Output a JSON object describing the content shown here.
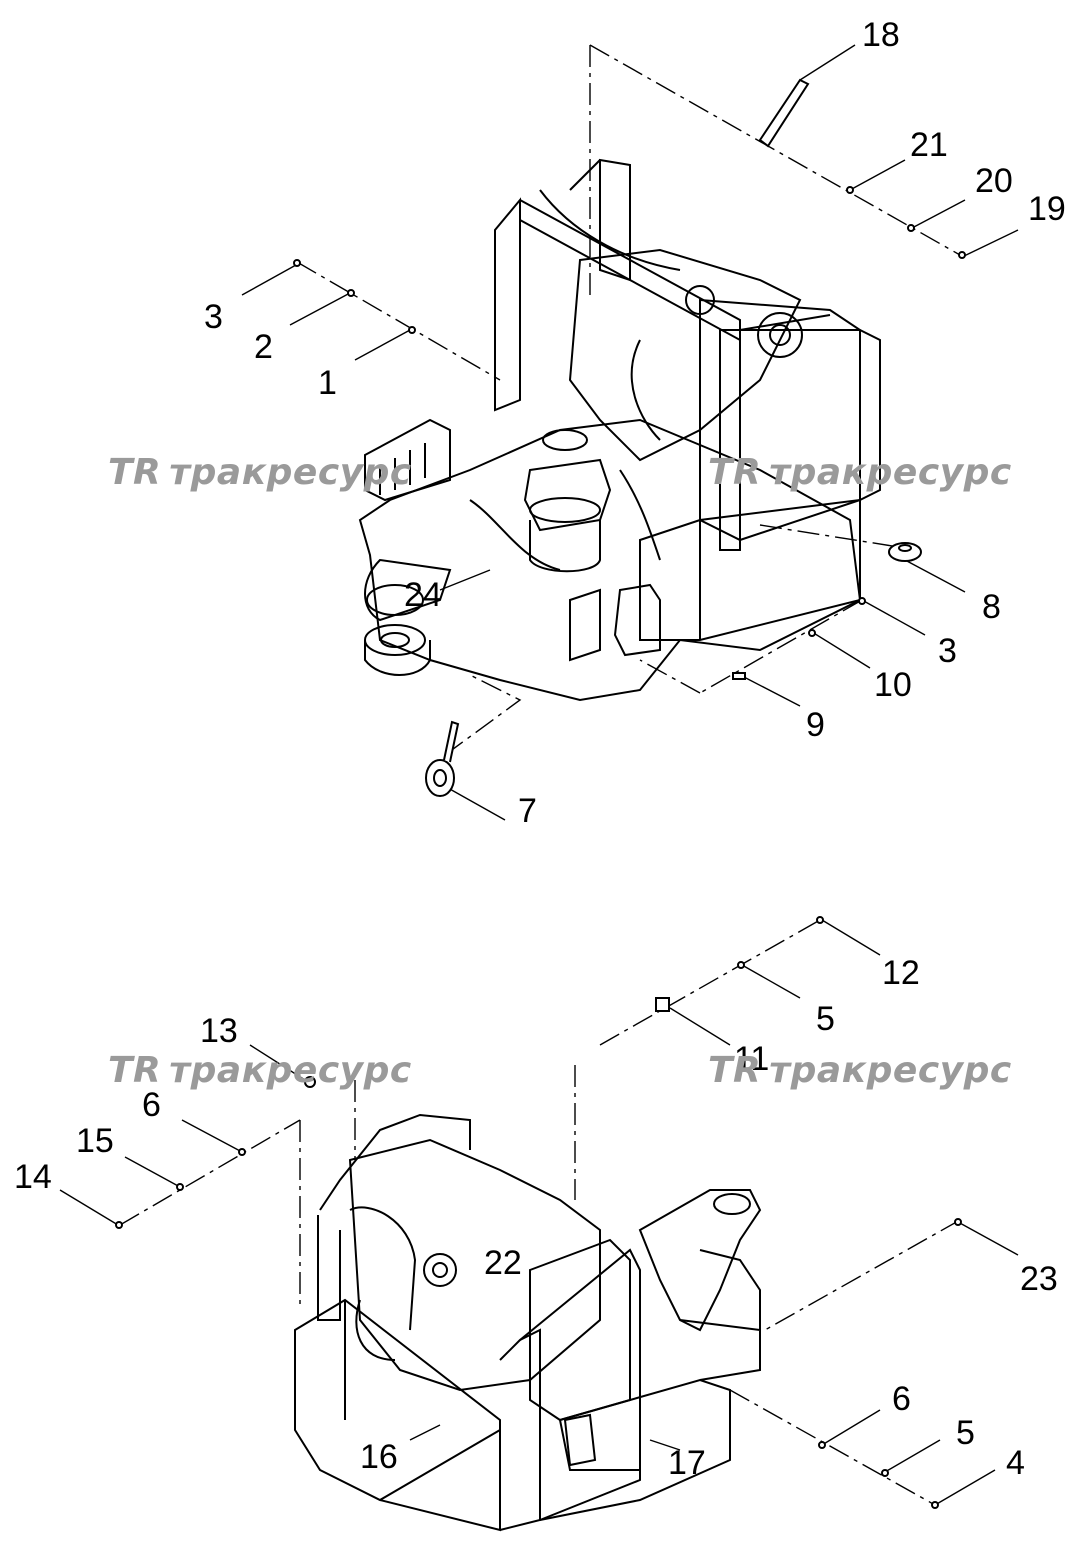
{
  "watermark": {
    "logo": "TR",
    "text": "тракресурс"
  },
  "upper_assembly": {
    "callouts": [
      "18",
      "21",
      "20",
      "19",
      "3",
      "2",
      "1",
      "8",
      "24",
      "3",
      "10",
      "9",
      "7"
    ]
  },
  "lower_assembly": {
    "callouts": [
      "12",
      "5",
      "11",
      "13",
      "6",
      "15",
      "14",
      "22",
      "23",
      "6",
      "5",
      "4",
      "16",
      "17"
    ]
  }
}
